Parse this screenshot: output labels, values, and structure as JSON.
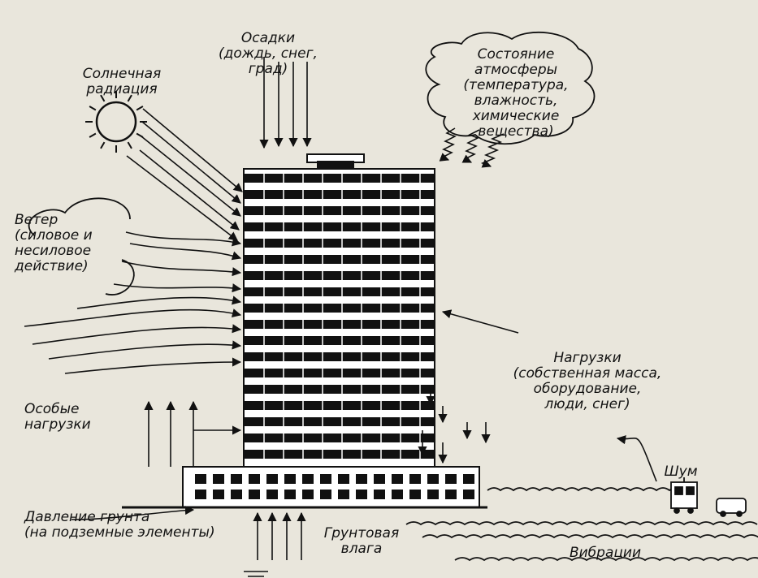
{
  "labels": {
    "precipitation": "Осадки\n(дождь, снег, град)",
    "solar": "Солнечная\nрадиация",
    "atmosphere": "Состояние\nатмосферы\n(температура,\nвлажность,\nхимические\nвещества)",
    "wind": "Ветер\n(силовое и\nнесиловое\nдействие)",
    "loads": "Нагрузки\n(собственная масса,\nоборудование,\nлюди, снег)",
    "special": "Особые\nнагрузки",
    "noise": "Шум",
    "soil": "Давление грунта\n(на подземные элементы)",
    "groundwater": "Грунтовая\nвлага",
    "vibrations": "Вибрации"
  },
  "icons": {
    "sun": "sun-icon",
    "train": "train-icon",
    "bus": "bus-icon",
    "water": "water-waves-icon"
  },
  "colors": {
    "ink": "#111111",
    "paper": "#e9e6dc",
    "bleed": "#b9b5ab"
  }
}
